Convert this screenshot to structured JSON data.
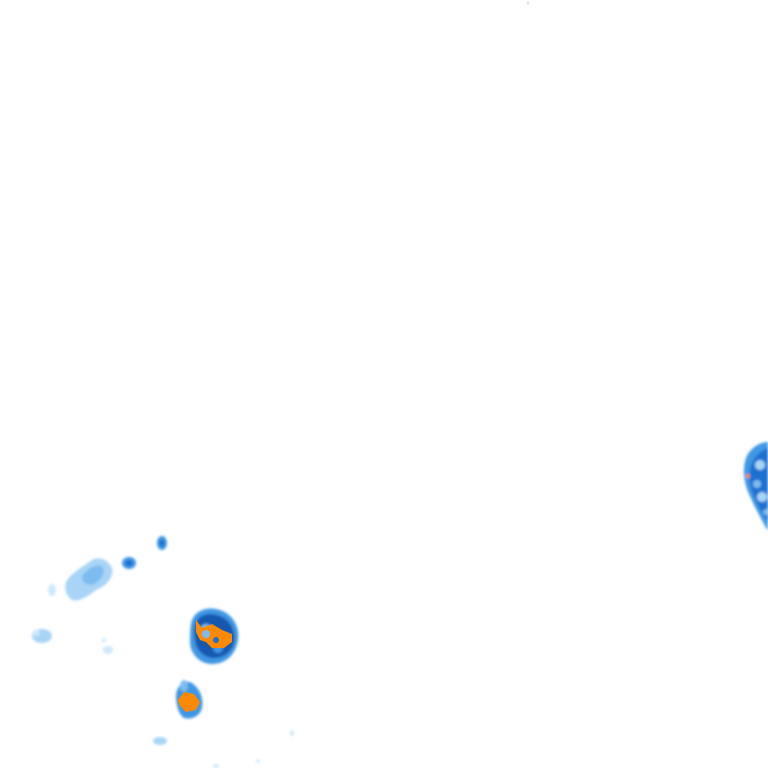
{
  "map": {
    "type": "weather-radar-reflectivity-tile",
    "background": "#ffffff",
    "palette": {
      "very_light": "#cfe8fb",
      "light": "#a9d4f5",
      "medium_light": "#7dbcf0",
      "medium": "#3f97e3",
      "strong": "#1d6fcf",
      "dark": "#1358b0",
      "intense": "#ff8a00"
    },
    "echoes": [
      {
        "name": "storm-cell-east",
        "intensity": "strong"
      },
      {
        "name": "storm-cell-southwest",
        "intensity": "intense"
      },
      {
        "name": "storm-cell-south-small",
        "intensity": "intense"
      },
      {
        "name": "light-echo-cluster-west",
        "intensity": "light"
      },
      {
        "name": "scattered-light-echoes",
        "intensity": "very_light"
      }
    ]
  }
}
